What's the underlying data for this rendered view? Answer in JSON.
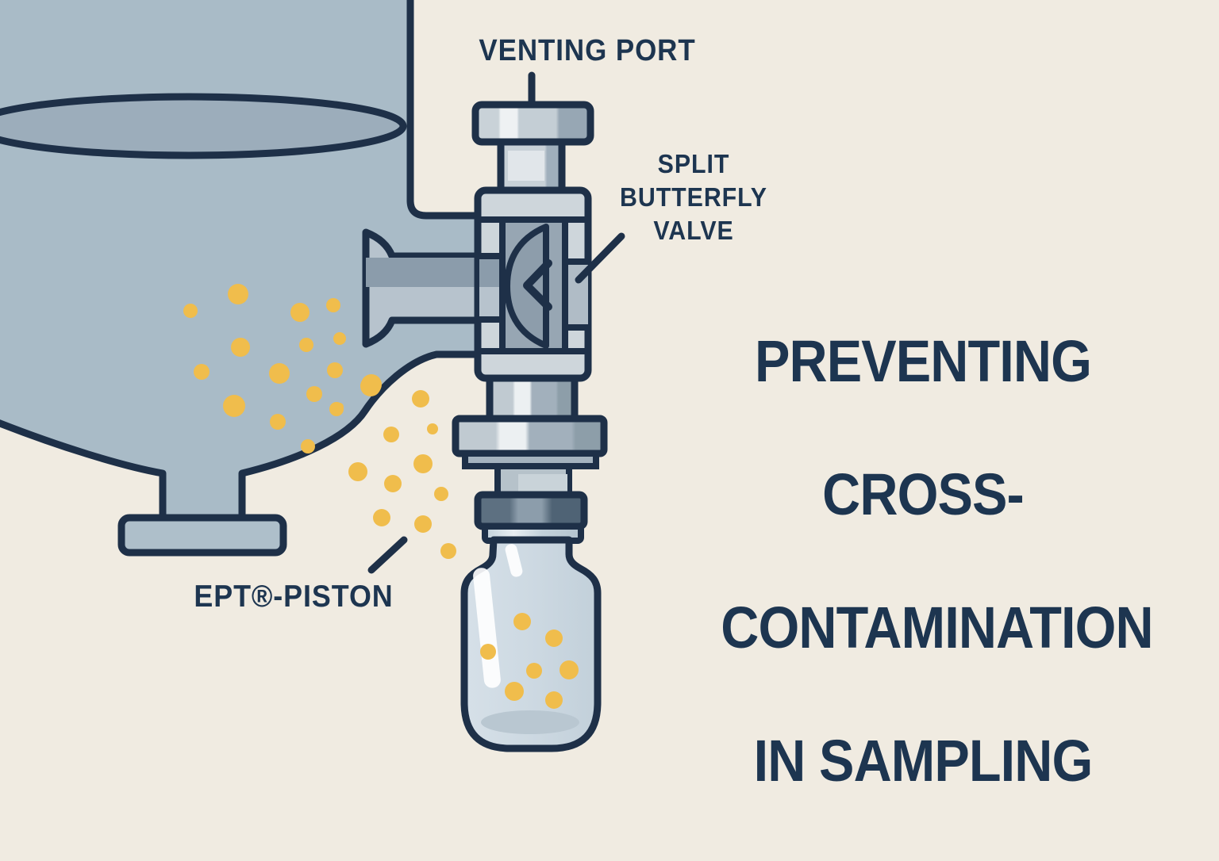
{
  "title": {
    "lines": [
      "PREVENTING",
      "CROSS-",
      "CONTAMINATION",
      "IN SAMPLING"
    ]
  },
  "labels": {
    "venting_port": "VENTING PORT",
    "split_butterfly_valve": "SPLIT\nBUTTERFLY\nVALVE",
    "ept_piston": "EPT®-PISTON"
  },
  "colors": {
    "background": "#f0ebe1",
    "outline_navy": "#1e3048",
    "text_navy": "#1d3550",
    "vessel_blue": "#a9bbc7",
    "vessel_opening": "#9cadbb",
    "pipe_light": "#b7c3cd",
    "pipe_dark_band": "#8b9cab",
    "valve_body_gray": "#ced6db",
    "valve_chamber_gray": "#97a6b3",
    "valve_disc_gray": "#8d9dab",
    "collar_dark_slate": "#5d7081",
    "bottle_glass": "#cdd9e2",
    "particle_yellow": "#f0bd4c"
  },
  "particles": {
    "vessel": [
      [
        300,
        371,
        13
      ],
      [
        240,
        392,
        9
      ],
      [
        303,
        438,
        12
      ],
      [
        254,
        469,
        10
      ],
      [
        295,
        512,
        14
      ],
      [
        352,
        471,
        13
      ],
      [
        378,
        394,
        12
      ],
      [
        420,
        385,
        9
      ],
      [
        386,
        435,
        9
      ],
      [
        428,
        427,
        8
      ],
      [
        422,
        467,
        10
      ],
      [
        396,
        497,
        10
      ],
      [
        468,
        485,
        13
      ],
      [
        424,
        516,
        9
      ],
      [
        350,
        532,
        10
      ],
      [
        388,
        563,
        9
      ]
    ],
    "stream": [
      [
        428,
        513,
        5
      ],
      [
        467,
        487,
        13
      ],
      [
        530,
        503,
        11
      ],
      [
        545,
        541,
        7
      ],
      [
        493,
        548,
        10
      ],
      [
        533,
        585,
        12
      ],
      [
        451,
        595,
        12
      ],
      [
        495,
        610,
        11
      ],
      [
        556,
        623,
        9
      ],
      [
        481,
        653,
        11
      ],
      [
        533,
        661,
        11
      ],
      [
        565,
        695,
        10
      ]
    ],
    "bottle": [
      [
        658,
        784,
        11
      ],
      [
        698,
        805,
        11
      ],
      [
        615,
        822,
        10
      ],
      [
        673,
        846,
        10
      ],
      [
        717,
        845,
        12
      ],
      [
        648,
        872,
        12
      ],
      [
        698,
        883,
        11
      ]
    ]
  }
}
